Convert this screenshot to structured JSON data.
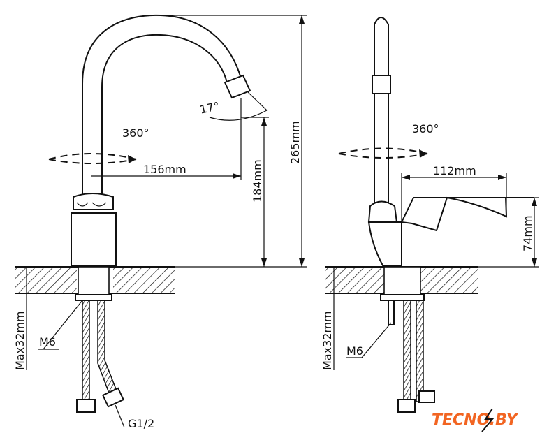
{
  "left_view": {
    "rotation_label": "360°",
    "reach_label": "156mm",
    "spout_height_label": "184mm",
    "total_height_label": "265mm",
    "angle_label": "17°",
    "max_thickness_label": "Max32mm",
    "stud_label": "M6",
    "connection_label": "G1/2"
  },
  "right_view": {
    "rotation_label": "360°",
    "handle_length_label": "112mm",
    "handle_height_label": "74mm",
    "max_thickness_label": "Max32mm",
    "stud_label": "M6"
  },
  "logo": {
    "text": "TECNO.BY",
    "color": "#f26522"
  }
}
